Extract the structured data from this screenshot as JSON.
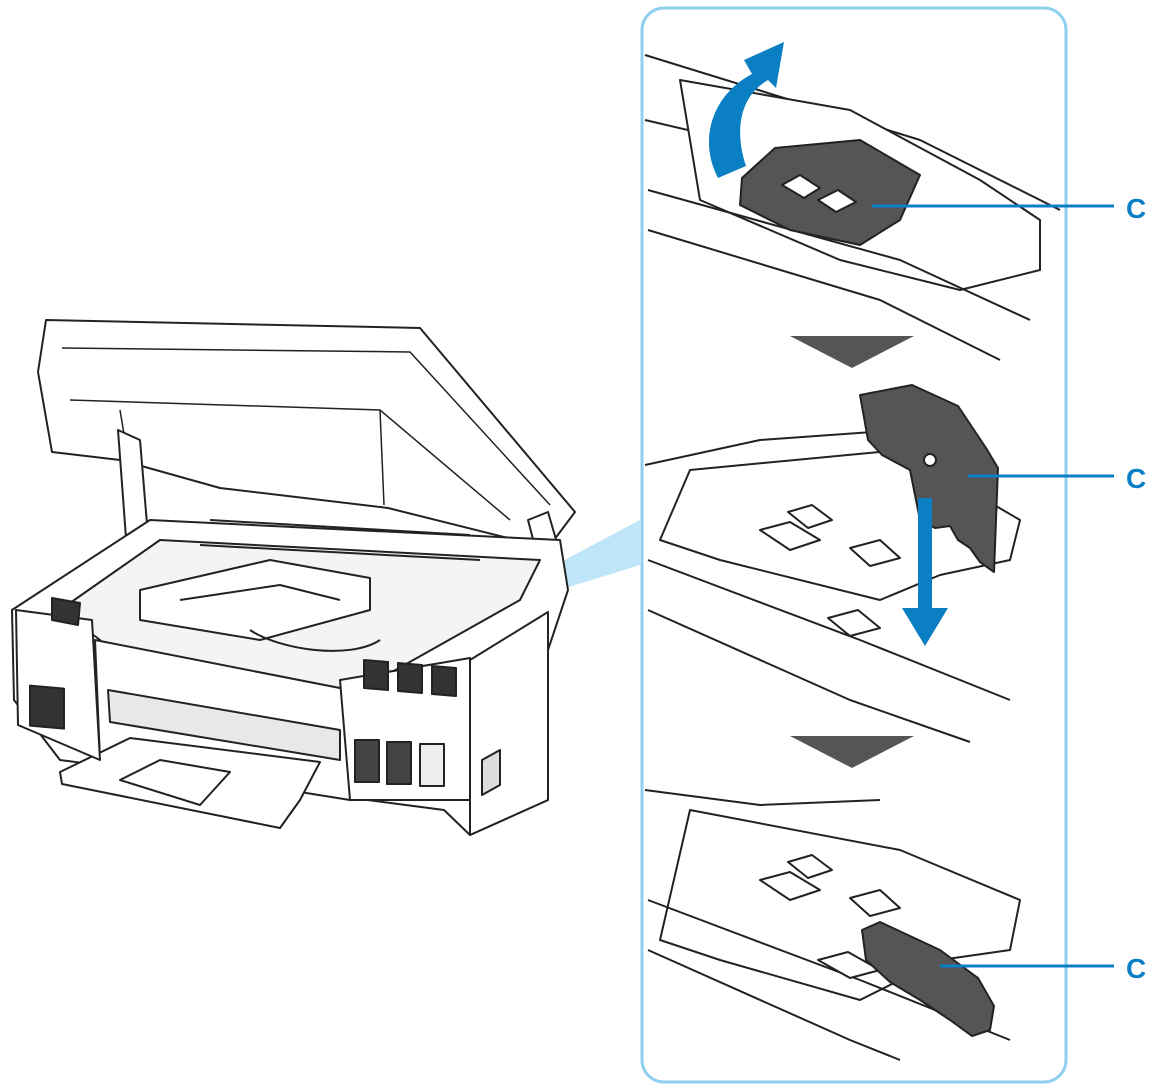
{
  "diagram": {
    "callouts": [
      {
        "id": "step1",
        "text": "C"
      },
      {
        "id": "step2",
        "text": "C"
      },
      {
        "id": "step3",
        "text": "C"
      }
    ]
  },
  "colors": {
    "accent": "#0a7fc4",
    "frame": "#8fd0f0",
    "zoom_cone": "#bfe6f8",
    "part_gray": "#555555",
    "line": "#222222",
    "step_triangle": "#555555"
  }
}
